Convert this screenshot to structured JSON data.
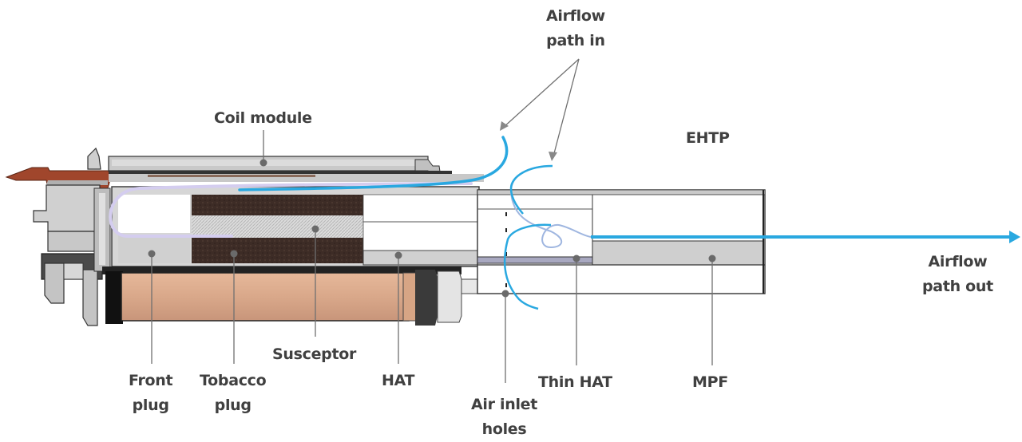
{
  "diagram": {
    "title": "EHTP",
    "labels": {
      "coil_module": "Coil module",
      "airflow_in": [
        "Airflow",
        "path in"
      ],
      "ehtp": "EHTP",
      "airflow_out": [
        "Airflow",
        "path out"
      ],
      "front_plug": [
        "Front",
        "plug"
      ],
      "tobacco_plug": [
        "Tobacco",
        "plug"
      ],
      "susceptor": "Susceptor",
      "hat": "HAT",
      "air_inlet_holes": [
        "Air inlet",
        "holes"
      ],
      "thin_hat": "Thin HAT",
      "mpf": "MPF"
    },
    "colors": {
      "label_text": "#404040",
      "leader_line": "#707070",
      "airflow_blue": "#29a8e0",
      "airflow_light": "#cfc8ec",
      "heat_red": "#e8202a",
      "tobacco_dark": "#3a2a24",
      "copper": "#d9a98a",
      "tab_brown": "#a0462c",
      "housing_gray": "#d4d4d4"
    }
  }
}
